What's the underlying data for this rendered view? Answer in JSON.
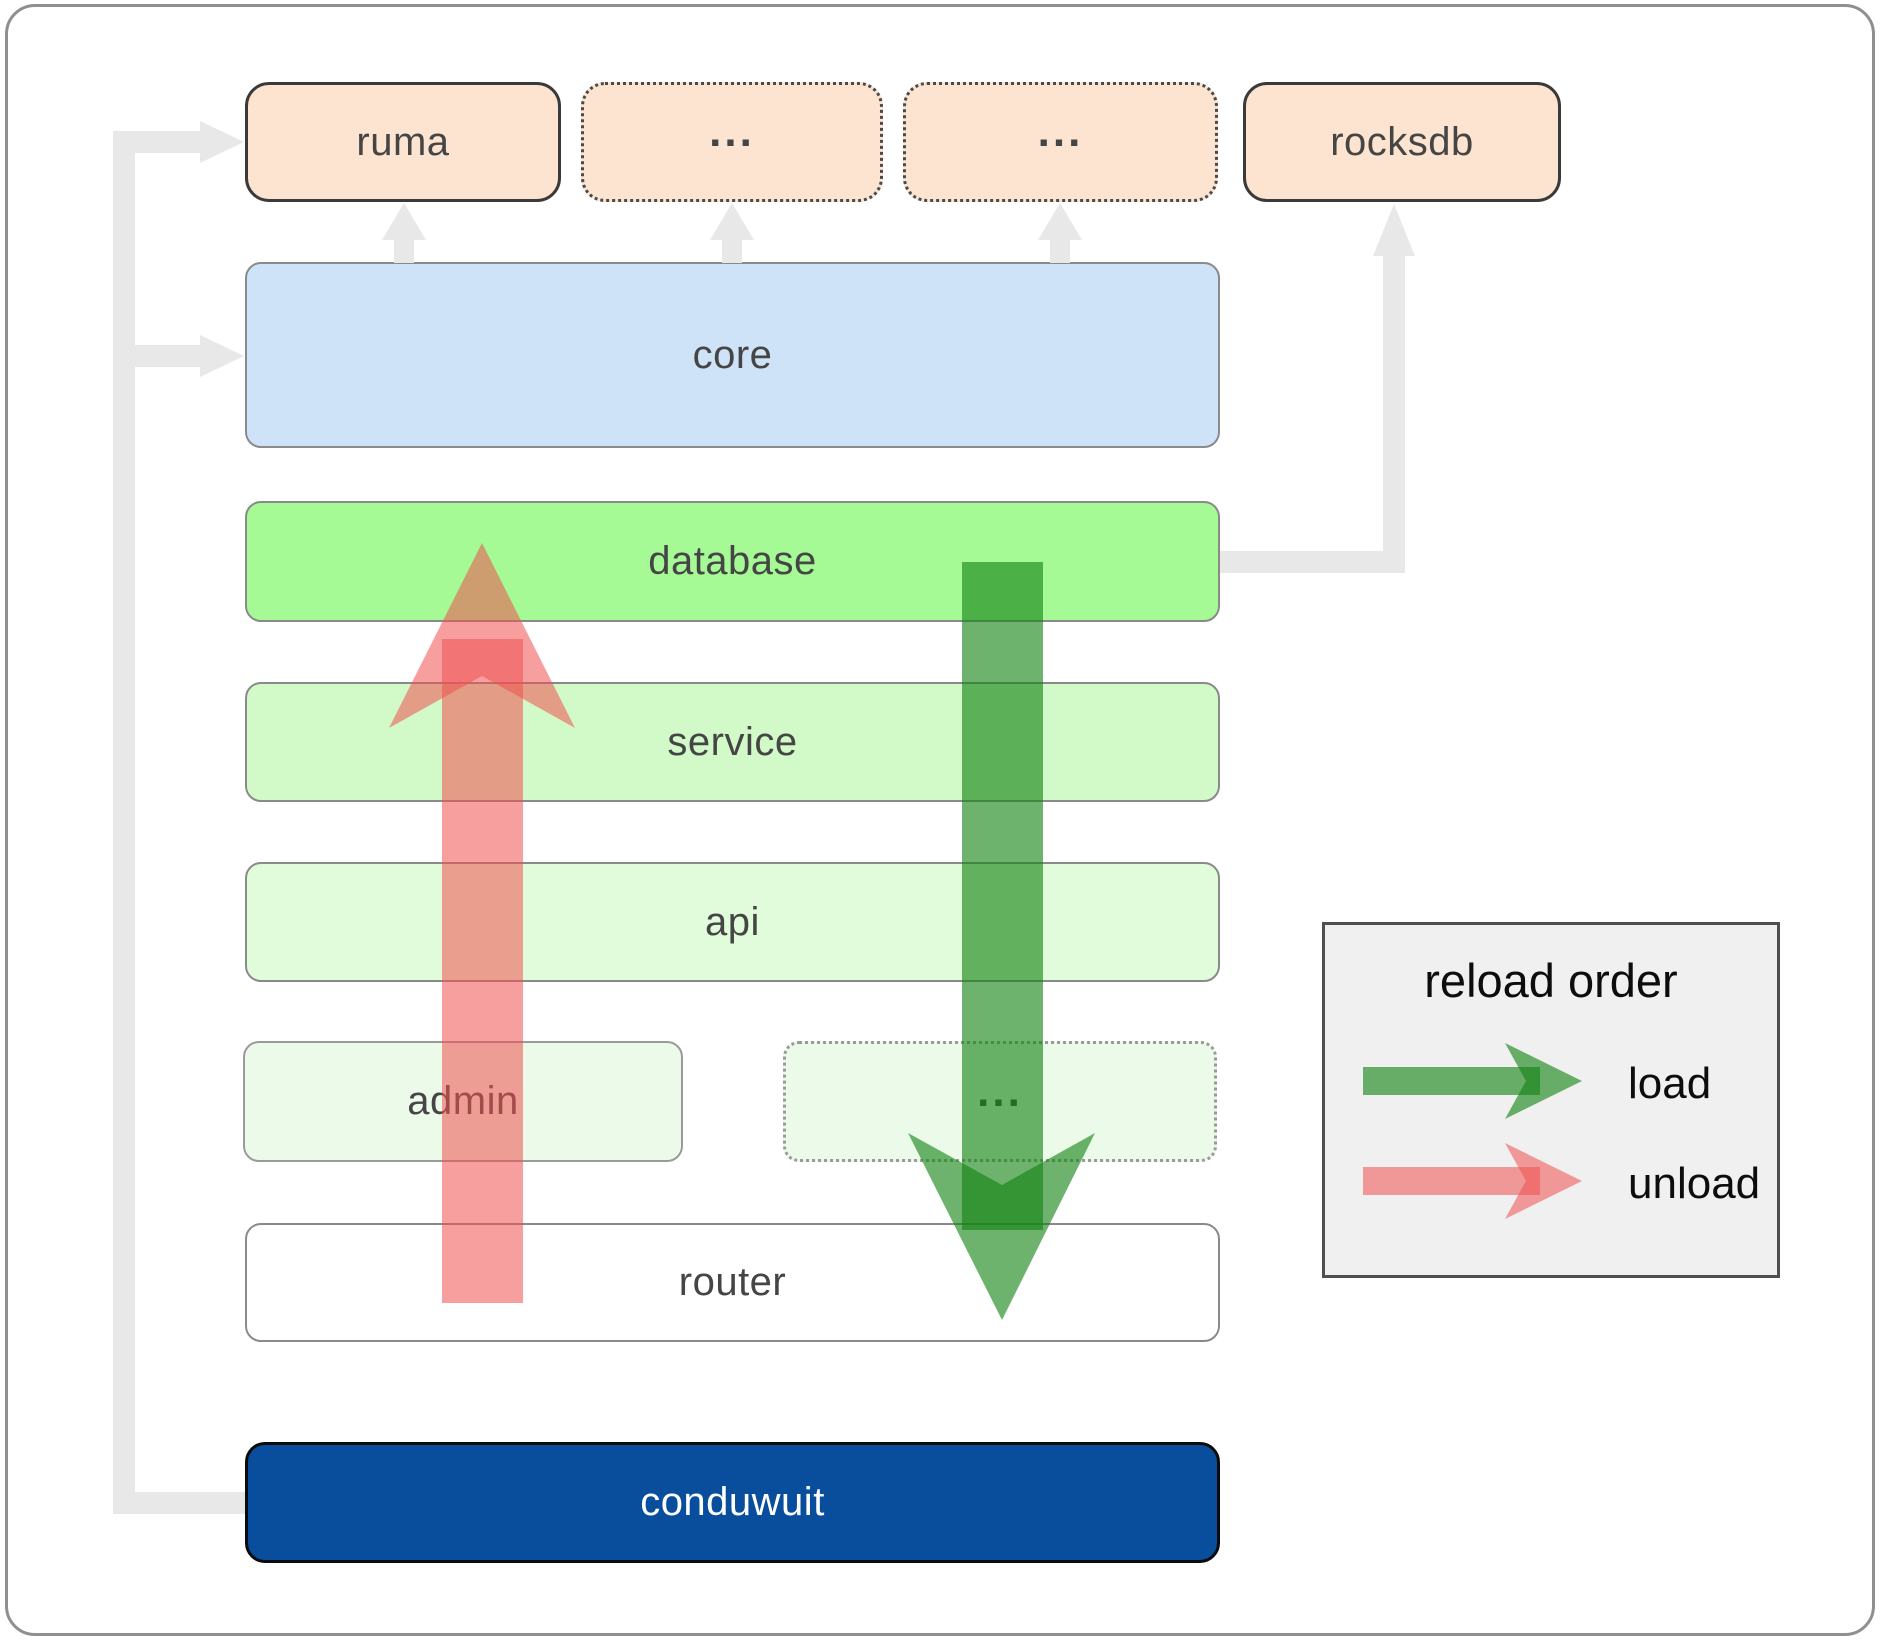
{
  "boxes": {
    "ruma": {
      "label": "ruma"
    },
    "top_ellipsis_1": {
      "label": "..."
    },
    "top_ellipsis_2": {
      "label": "..."
    },
    "rocksdb": {
      "label": "rocksdb"
    },
    "core": {
      "label": "core"
    },
    "database": {
      "label": "database"
    },
    "service": {
      "label": "service"
    },
    "api": {
      "label": "api"
    },
    "admin": {
      "label": "admin"
    },
    "mid_ellipsis": {
      "label": "..."
    },
    "router": {
      "label": "router"
    },
    "conduwuit": {
      "label": "conduwuit"
    }
  },
  "legend": {
    "title": "reload order",
    "items": [
      {
        "label": "load",
        "color": "#148214"
      },
      {
        "label": "unload",
        "color": "#f05050"
      }
    ]
  },
  "colors": {
    "module_fill": "#fce4d0",
    "core_fill": "#cfe3f8",
    "database_fill": "#a5fa96",
    "service_fill": "#d2fac8",
    "api_fill": "#e1fcda",
    "admin_fill": "#ecfbe9",
    "conduwuit_fill": "#094e9c",
    "conduwuit_text": "#ffffff",
    "load_arrow_green": "#148214",
    "unload_arrow_red": "#f05050",
    "connector_gray": "#e8e8e8",
    "label_text": "#454545",
    "legend_bg": "#f0f0f0"
  }
}
